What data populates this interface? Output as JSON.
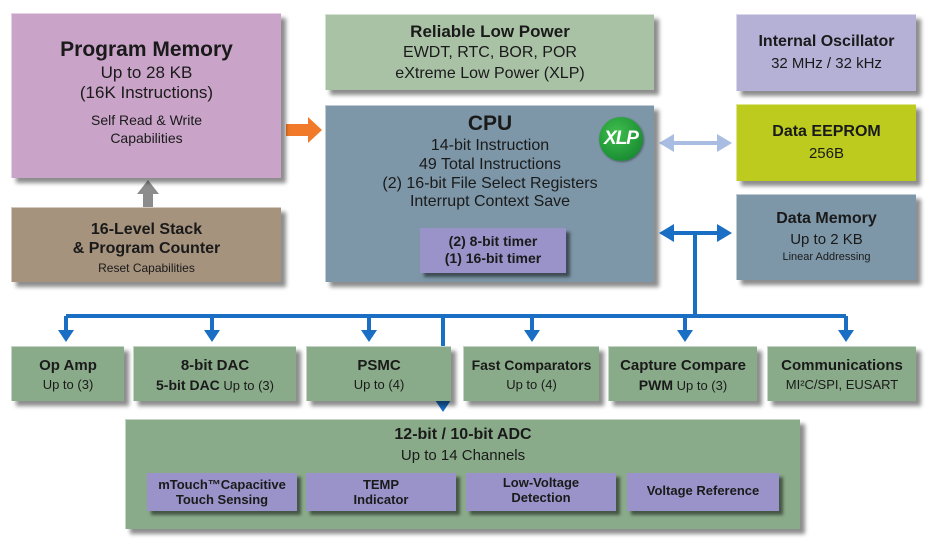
{
  "colors": {
    "program_memory": "#c9a4c8",
    "low_power": "#a9c2a6",
    "oscillator": "#b5b0d6",
    "cpu": "#7d97a8",
    "eeprom": "#bccb1e",
    "data_memory": "#7d97a8",
    "stack": "#a6937e",
    "peripheral": "#8aab8a",
    "sub_block": "#9a93c9",
    "bus_blue": "#1a6ec4",
    "arrow_orange": "#f07a2a",
    "arrow_gray": "#8c8c8c",
    "arrow_light_blue": "#a9bde3"
  },
  "program_memory": {
    "title": "Program Memory",
    "line1": "Up to 28 KB",
    "line2": "(16K Instructions)",
    "line3": "Self Read & Write",
    "line4": "Capabilities"
  },
  "low_power": {
    "title": "Reliable Low Power",
    "line1": "EWDT, RTC, BOR, POR",
    "line2": "eXtreme Low Power (XLP)"
  },
  "oscillator": {
    "title": "Internal Oscillator",
    "line1": "32 MHz / 32 kHz"
  },
  "cpu": {
    "title": "CPU",
    "line1": "14-bit Instruction",
    "line2": "49 Total Instructions",
    "line3": "(2) 16-bit File Select Registers",
    "line4": "Interrupt Context Save",
    "timer1": "(2) 8-bit timer",
    "timer2": "(1) 16-bit timer",
    "badge": "XLP"
  },
  "eeprom": {
    "title": "Data EEPROM",
    "line1": "256B"
  },
  "data_memory": {
    "title": "Data Memory",
    "line1": "Up to 2 KB",
    "line2": "Linear Addressing"
  },
  "stack": {
    "title": "16-Level Stack",
    "line1": "& Program Counter",
    "line2": "Reset Capabilities"
  },
  "peripherals": {
    "opamp": {
      "title": "Op Amp",
      "sub": "Up to (3)"
    },
    "dac": {
      "title": "8-bit DAC",
      "sub_bold": "5-bit DAC",
      "sub": " Up to (3)"
    },
    "psmc": {
      "title": "PSMC",
      "sub": "Up to (4)"
    },
    "comparators": {
      "title": "Fast Comparators",
      "sub": "Up to (4)"
    },
    "ccp": {
      "title": "Capture Compare",
      "sub_bold": "PWM",
      "sub": " Up to (3)"
    },
    "comms": {
      "title": "Communications",
      "sub": "MI²C/SPI, EUSART"
    }
  },
  "adc": {
    "title": "12-bit / 10-bit ADC",
    "line1": "Up to 14 Channels",
    "mtouch_1": "mTouch™Capacitive",
    "mtouch_2": "Touch Sensing",
    "temp_1": "TEMP",
    "temp_2": "Indicator",
    "lvd_1": "Low-Voltage",
    "lvd_2": "Detection",
    "vref": "Voltage Reference"
  }
}
